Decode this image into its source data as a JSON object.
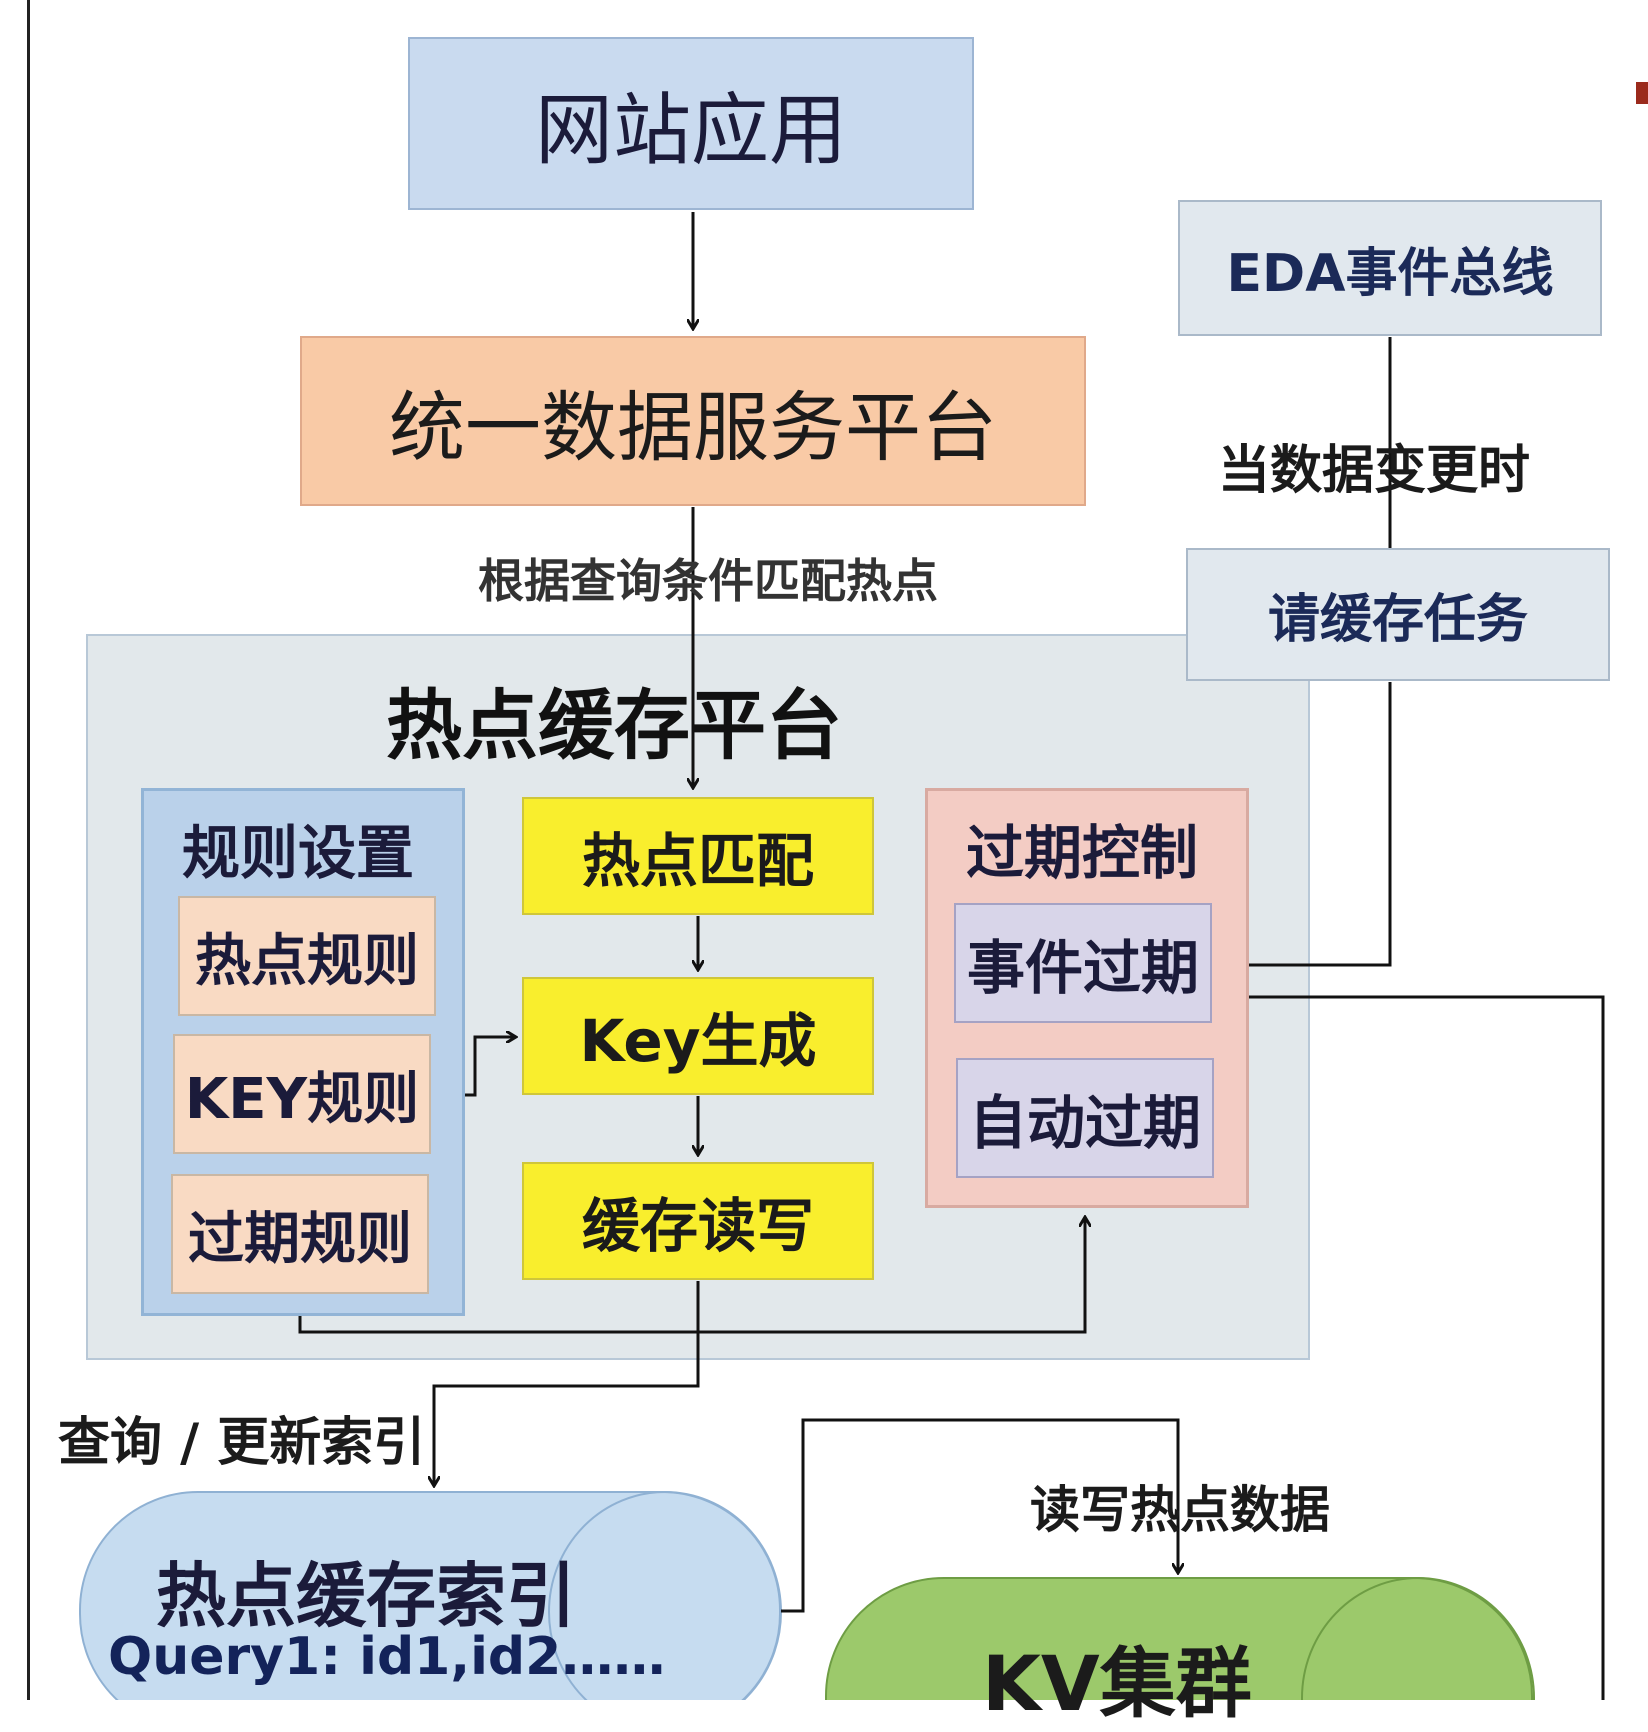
{
  "nodes": {
    "web_app": "网站应用",
    "unified_platform": "统一数据服务平台",
    "eda_bus": "EDA事件总线",
    "cache_task": "请缓存任务",
    "hot_platform": "热点缓存平台",
    "rules": {
      "title": "规则设置",
      "items": [
        "热点规则",
        "KEY规则",
        "过期规则"
      ]
    },
    "pipeline": {
      "hot_match": "热点匹配",
      "key_gen": "Key生成",
      "cache_rw": "缓存读写"
    },
    "expire": {
      "title": "过期控制",
      "items": [
        "事件过期",
        "自动过期"
      ]
    },
    "hot_index": {
      "title": "热点缓存索引",
      "query": "Query1: id1,id2……"
    },
    "kv_cluster": "KV集群"
  },
  "edges": {
    "match_by_query": "根据查询条件匹配热点",
    "on_data_change": "当数据变更时",
    "query_update_index": "查询 / 更新索引",
    "rw_hot_data": "读写热点数据"
  },
  "colors": {
    "web_fill": "#c9daef",
    "unified_fill": "#f9caa6",
    "platform_fill": "#e2e8eb",
    "rules_fill": "#bad1ea",
    "rule_item_fill": "#f9dac3",
    "pipeline_fill": "#f9ee2d",
    "expire_fill": "#f3ccc4",
    "expire_item_fill": "#d8d5e9",
    "index_cylinder_fill": "#c6dcf0",
    "kv_cylinder_fill": "#9cc96b"
  }
}
